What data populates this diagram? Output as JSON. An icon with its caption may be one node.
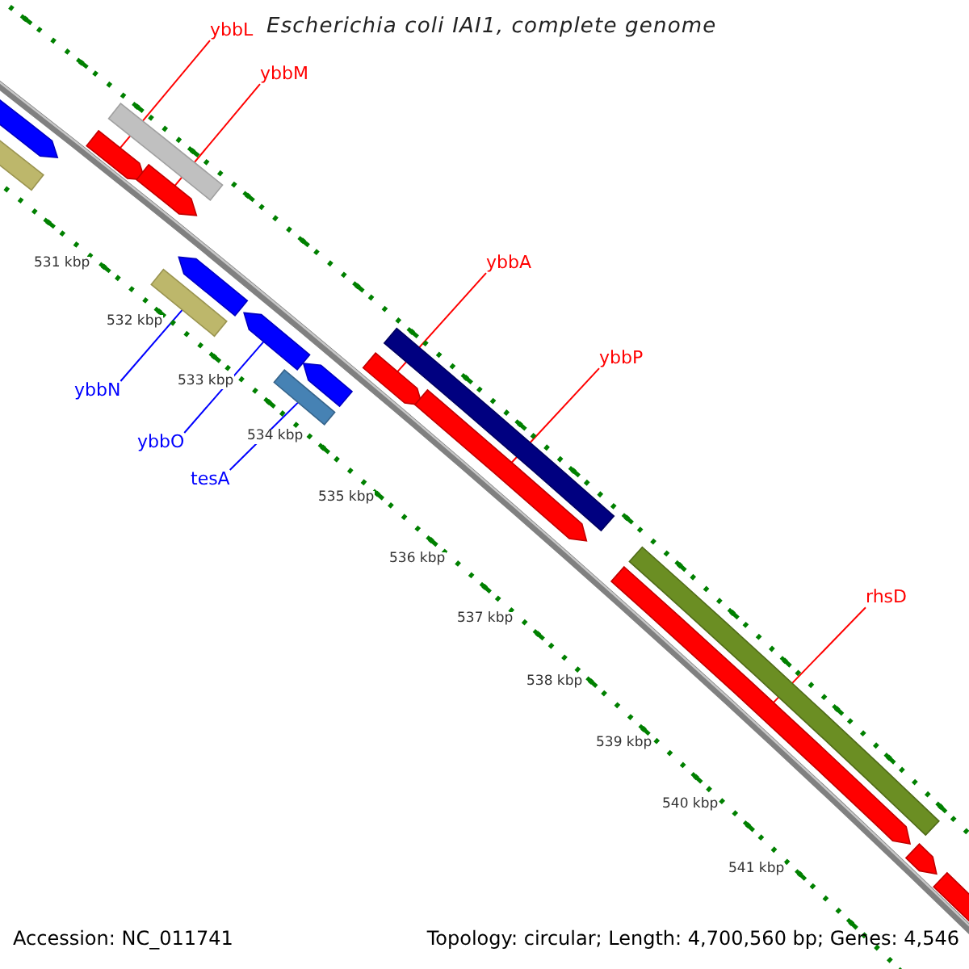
{
  "diagram": {
    "title": "Escherichia coli IAI1, complete genome",
    "nodes": [
      {
        "text": [
          "ybbL"
        ]
      },
      {
        "text": [
          "ybbM"
        ]
      },
      {
        "text": [
          "ybbA"
        ]
      },
      {
        "text": [
          "ybbP"
        ]
      },
      {
        "text": [
          "ybbN"
        ]
      },
      {
        "text": [
          "ybbO"
        ]
      },
      {
        "text": [
          "tesA"
        ]
      },
      {
        "text": [
          "rhsD"
        ]
      },
      {
        "text": [],
        "shape": "arrow"
      },
      {
        "text": [],
        "shape": "bar"
      },
      {
        "text": [],
        "shape": "arrow"
      },
      {
        "text": [],
        "shape": "bar"
      },
      {
        "text": [],
        "shape": "arrow"
      },
      {
        "text": [],
        "shape": "bar"
      },
      {
        "text": [],
        "shape": "arrow"
      },
      {
        "text": [],
        "shape": "arrow"
      },
      {
        "text": [],
        "shape": "bar"
      },
      {
        "text": [],
        "shape": "arrow"
      },
      {
        "text": [],
        "shape": "arrow"
      },
      {
        "text": [],
        "shape": "bar"
      },
      {
        "text": [],
        "shape": "arrow"
      },
      {
        "text": [],
        "shape": "arrow"
      },
      {
        "text": [],
        "shape": "bar"
      },
      {
        "text": [],
        "shape": "arrow"
      },
      {
        "text": [],
        "shape": "arrow"
      }
    ],
    "edges": [
      {
        "from": 0,
        "to": 10,
        "arrow": "none"
      },
      {
        "from": 1,
        "to": 12,
        "arrow": "none"
      },
      {
        "from": 2,
        "to": 18,
        "arrow": "none"
      },
      {
        "from": 3,
        "to": 20,
        "arrow": "none"
      },
      {
        "from": 4,
        "to": 13,
        "arrow": "none",
        "color": "#0000ff"
      },
      {
        "from": 5,
        "to": 15,
        "arrow": "none",
        "color": "#0000ff"
      },
      {
        "from": 6,
        "to": 16,
        "arrow": "none",
        "color": "#0000ff"
      },
      {
        "from": 7,
        "to": 21,
        "arrow": "none"
      }
    ],
    "labels": [
      "531 kbp",
      "532 kbp",
      "533 kbp",
      "534 kbp",
      "535 kbp",
      "536 kbp",
      "537 kbp",
      "538 kbp",
      "539 kbp",
      "540 kbp",
      "541 kbp",
      "Accession: NC_011741",
      "Topology: circular; Length: 4,700,560 bp; Genes: 4,546"
    ]
  }
}
